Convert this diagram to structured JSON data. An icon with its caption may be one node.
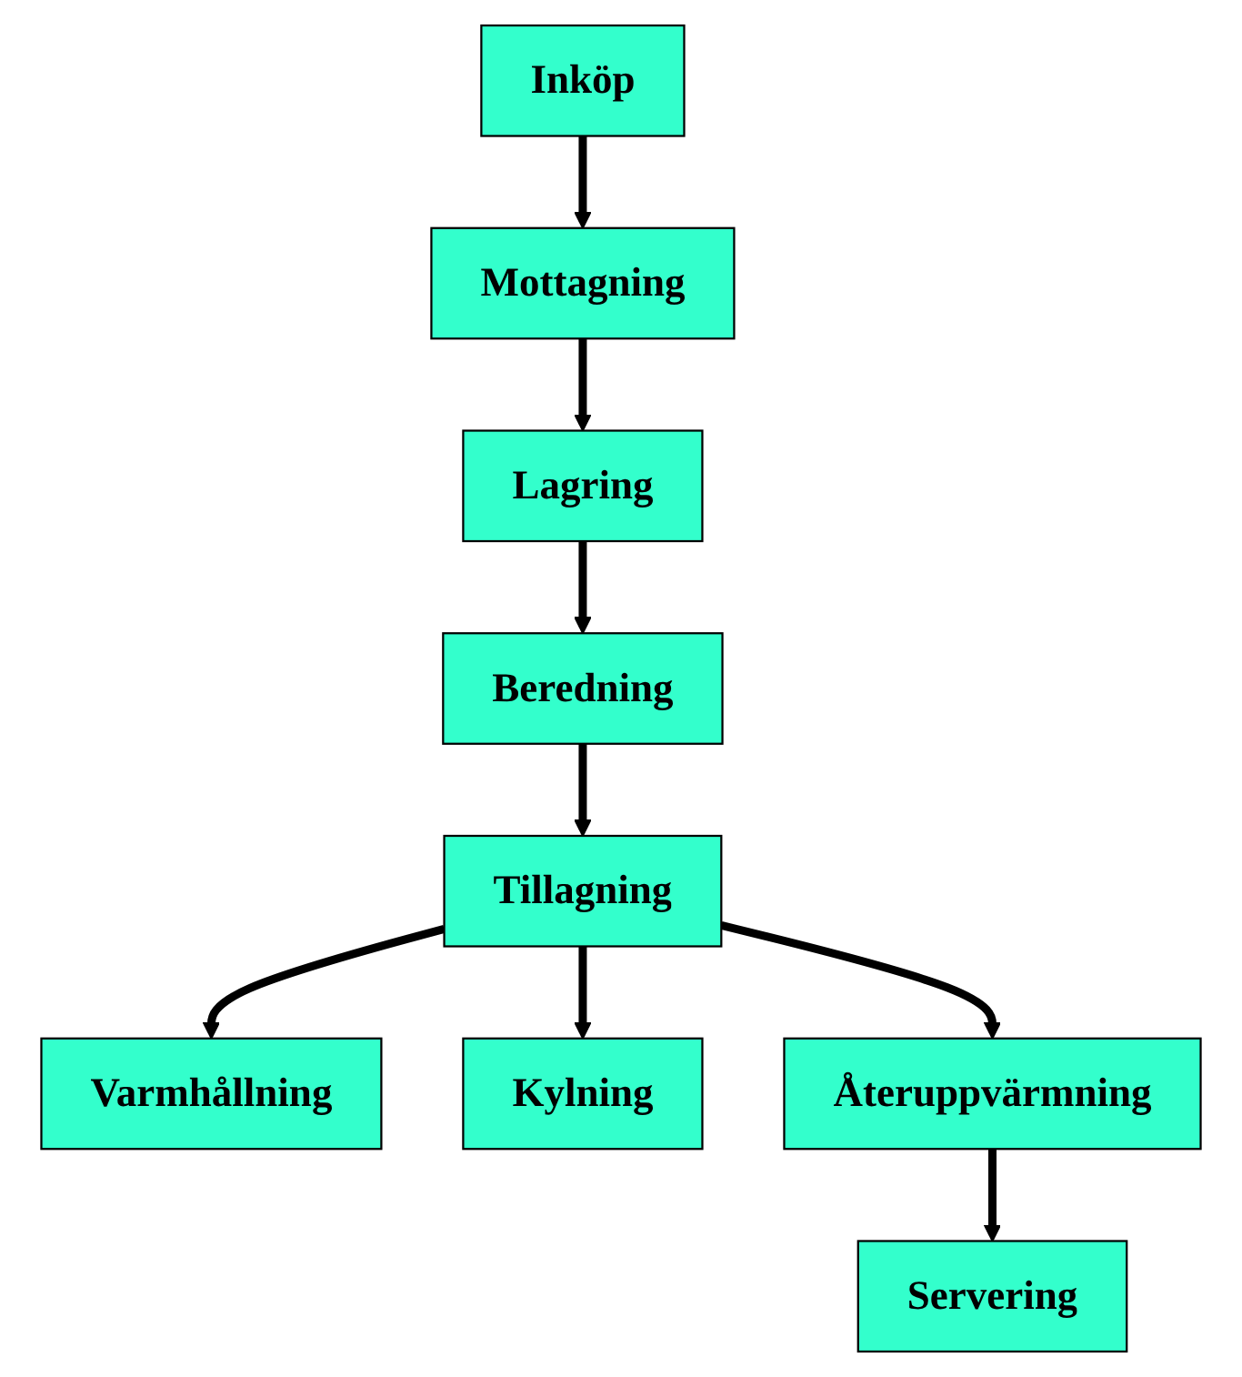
{
  "diagram": {
    "nodes": [
      {
        "text": [
          "Inköp"
        ]
      },
      {
        "text": [
          "Mottagning"
        ]
      },
      {
        "text": [
          "Lagring"
        ]
      },
      {
        "text": [
          "Beredning"
        ]
      },
      {
        "text": [
          "Tillagning"
        ]
      },
      {
        "text": [
          "Varmhållning"
        ]
      },
      {
        "text": [
          "Kylning"
        ]
      },
      {
        "text": [
          "Återuppvärmning"
        ]
      },
      {
        "text": [
          "Servering"
        ]
      }
    ],
    "edges": [
      {
        "from": 0,
        "to": 1,
        "arrow": "to"
      },
      {
        "from": 1,
        "to": 2,
        "arrow": "to"
      },
      {
        "from": 2,
        "to": 3,
        "arrow": "to"
      },
      {
        "from": 3,
        "to": 4,
        "arrow": "to"
      },
      {
        "from": 4,
        "to": 5,
        "arrow": "to"
      },
      {
        "from": 4,
        "to": 7,
        "arrow": "to"
      },
      {
        "from": 4,
        "to": 6,
        "arrow": "to"
      },
      {
        "from": 7,
        "to": 8,
        "arrow": "to"
      }
    ]
  }
}
